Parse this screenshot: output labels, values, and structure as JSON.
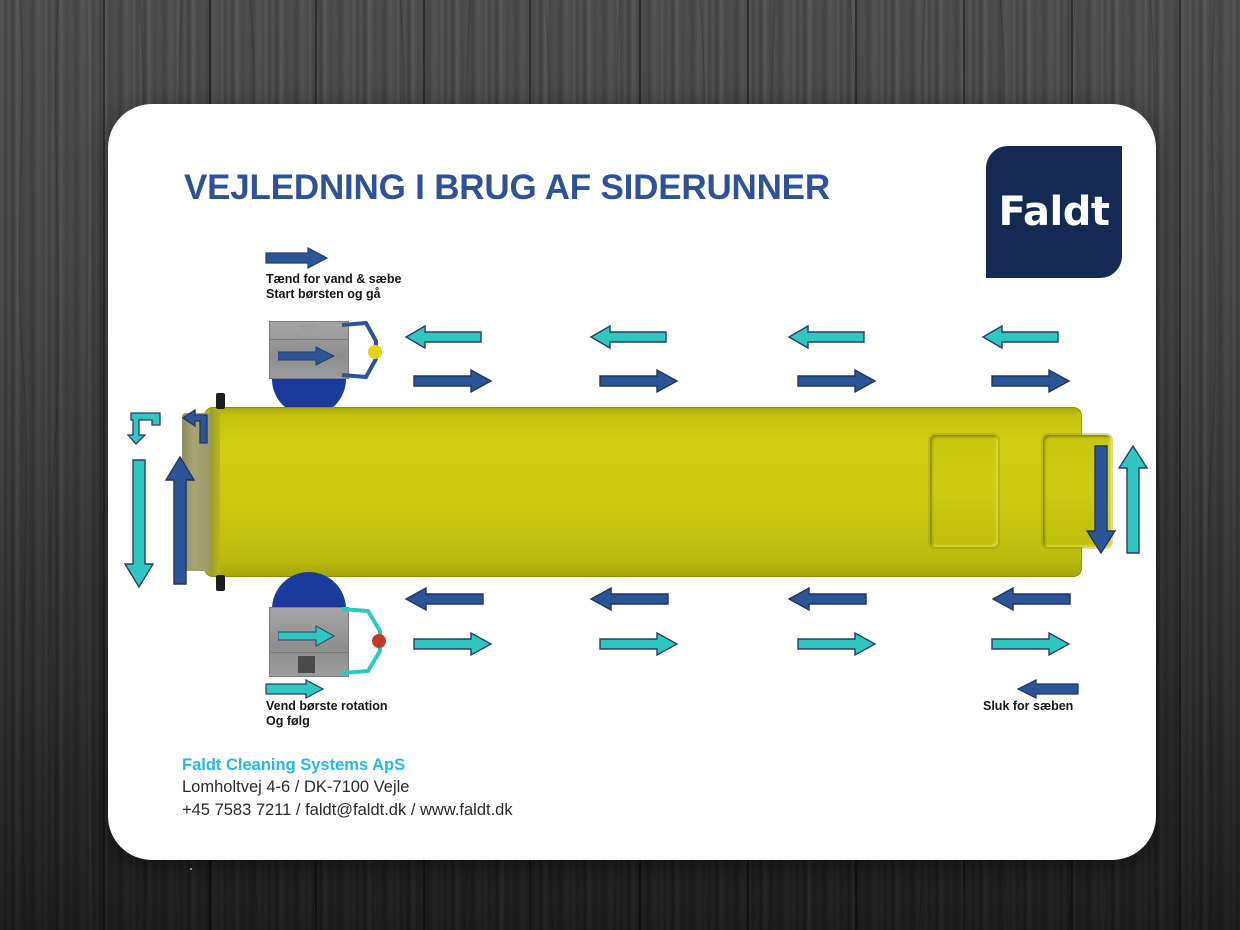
{
  "poster": {
    "title": "VEJLEDNING I BRUG AF SIDERUNNER",
    "logo_text": "Faldt",
    "colors": {
      "title_blue": "#2e5295",
      "logo_navy": "#152a52",
      "arrow_blue": "#2b5596",
      "arrow_cyan": "#2ec8c0",
      "vehicle_yellow": "#c9c912",
      "brush_blue": "#1b3a9e",
      "footer_cyan": "#27b7e0",
      "background_wood": "#3c3c3c"
    }
  },
  "annotations": {
    "top_left": {
      "arrow": "blue-right-arrow",
      "line1": "Tænd for vand & sæbe",
      "line2": "Start børsten og gå"
    },
    "bottom_left": {
      "arrow": "cyan-right-arrow",
      "line1": "Vend børste rotation",
      "line2": "Og følg"
    },
    "bottom_right": {
      "arrow": "blue-left-arrow",
      "line1": "Sluk for sæben"
    }
  },
  "flow": {
    "top_row_cyan_direction": "left",
    "top_row_blue_direction": "right",
    "bottom_row_blue_direction": "left",
    "bottom_row_cyan_direction": "right",
    "left_side": [
      "cyan-uturn-down",
      "blue-uturn-left",
      "cyan-down",
      "blue-up"
    ],
    "right_side": [
      "blue-down",
      "cyan-up"
    ]
  },
  "machines": {
    "top": {
      "name": "siderunner-machine-top",
      "arrow_color": "#2b5596",
      "handle_color": "#2b5596",
      "indicator_color": "#e8d417",
      "brush_position": "below"
    },
    "bottom": {
      "name": "siderunner-machine-bottom",
      "arrow_color": "#2ec8c0",
      "handle_color": "#2ec8c0",
      "indicator_color": "#c0392b",
      "brush_position": "above"
    }
  },
  "vehicle": {
    "name": "bus-top-view",
    "door_panels": 2
  },
  "footer": {
    "company": "Faldt Cleaning Systems ApS",
    "address": "Lomholtvej 4-6 / DK-7100 Vejle",
    "contact": "+45 7583 7211 / faldt@faldt.dk / www.faldt.dk"
  }
}
